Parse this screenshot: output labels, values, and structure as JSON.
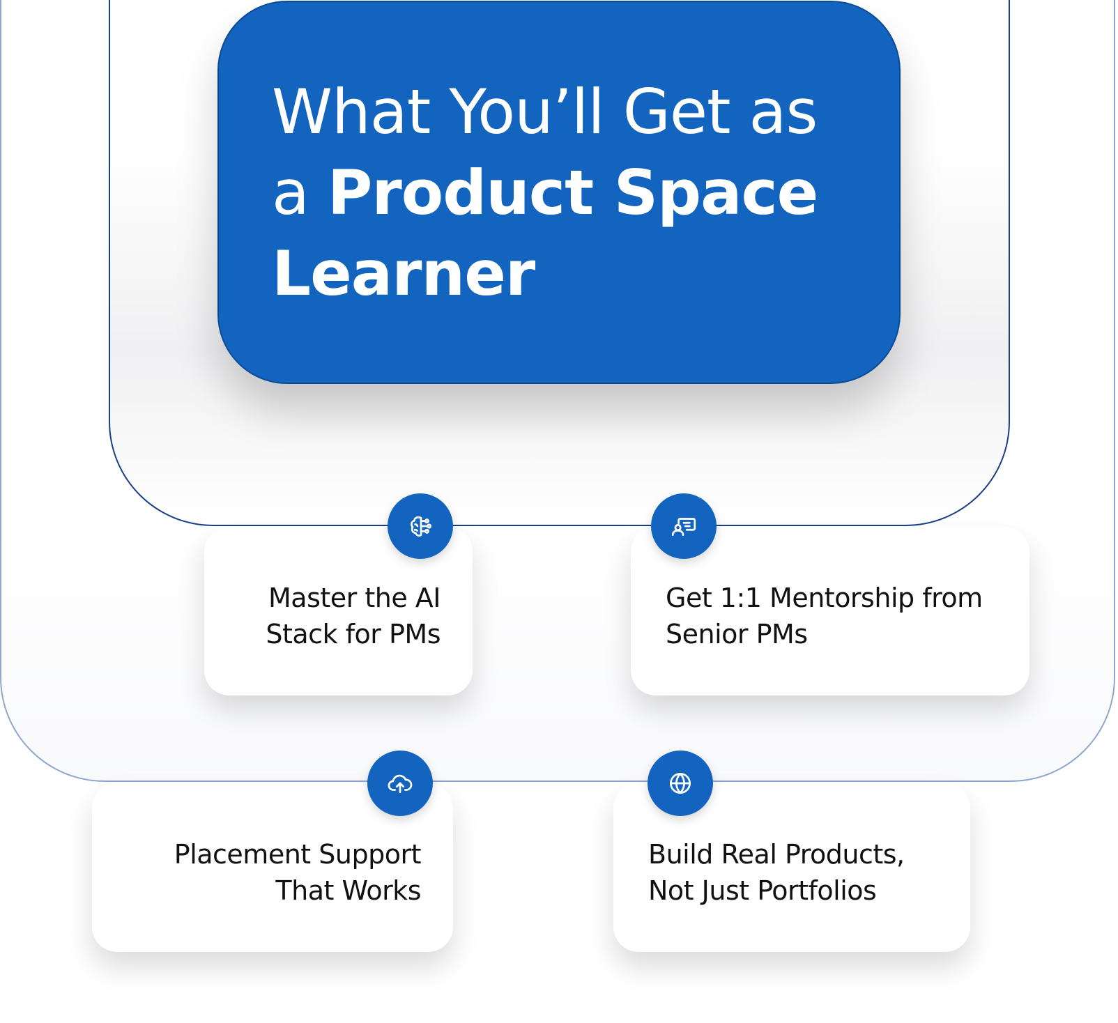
{
  "heading": {
    "line1": "What You’ll Get as",
    "line2_prefix": "a ",
    "line2_bold": "Product Space",
    "line3_bold": "Learner"
  },
  "features": [
    {
      "id": "ai-stack",
      "line1": "Master the AI",
      "line2": "Stack for PMs",
      "icon": "brain-circuit-icon"
    },
    {
      "id": "mentorship",
      "line1": "Get 1:1 Mentorship from",
      "line2": "Senior PMs",
      "icon": "mentor-chat-icon"
    },
    {
      "id": "placement",
      "line1": "Placement Support",
      "line2": "That Works",
      "icon": "cloud-upload-icon"
    },
    {
      "id": "build-products",
      "line1": "Build Real Products,",
      "line2": "Not Just Portfolios",
      "icon": "globe-icon"
    }
  ],
  "colors": {
    "primary_blue": "#1264be",
    "inner_frame_stroke": "#1b3f86",
    "outer_frame_stroke": "#8fa6cf",
    "card_text": "#111111"
  }
}
